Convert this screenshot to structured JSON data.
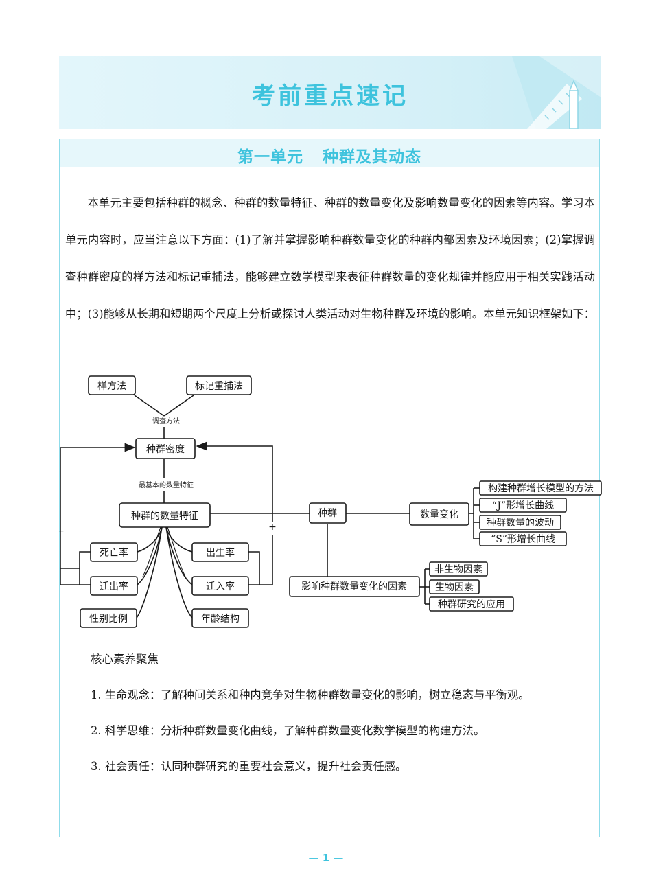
{
  "banner": {
    "title": "考前重点速记"
  },
  "unit": {
    "number": "第一单元",
    "name": "种群及其动态"
  },
  "intro": "本单元主要包括种群的概念、种群的数量特征、种群的数量变化及影响数量变化的因素等内容。学习本单元内容时，应当注意以下方面：(1)了解并掌握影响种群数量变化的种群内部因素及环境因素；(2)掌握调查种群密度的样方法和标记重捕法，能够建立数学模型来表征种群数量的变化规律并能应用于相关实践活动中；(3)能够从长期和短期两个尺度上分析或探讨人类活动对生物种群及环境的影响。本单元知识框架如下：",
  "mindmap": {
    "quadrat": "样方法",
    "mark_recapture": "标记重捕法",
    "survey_methods": "调查方法",
    "density": "种群密度",
    "basic_feature": "最基本的数量特征",
    "quantitative": "种群的数量特征",
    "population": "种群",
    "quantity_change": "数量变化",
    "build_model": "构建种群增长模型的方法",
    "j_curve": "“J”形增长曲线",
    "fluctuation": "种群数量的波动",
    "s_curve": "“S”形增长曲线",
    "factors": "影响种群数量变化的因素",
    "abiotic": "非生物因素",
    "biotic": "生物因素",
    "application": "种群研究的应用",
    "death_rate": "死亡率",
    "emigration": "迁出率",
    "sex_ratio": "性别比例",
    "birth_rate": "出生率",
    "immigration": "迁入率",
    "age_structure": "年龄结构",
    "minus": "−",
    "plus": "+"
  },
  "literacy": {
    "title": "核心素养聚焦",
    "items": [
      "1. 生命观念：了解种间关系和种内竞争对生物种群数量变化的影响，树立稳态与平衡观。",
      "2. 科学思维：分析种群数量变化曲线，了解种群数量变化数学模型的构建方法。",
      "3. 社会责任：认同种群研究的重要社会意义，提升社会责任感。"
    ]
  },
  "page_number": "— 1 —",
  "colors": {
    "accent": "#3ec3dd",
    "border": "#8fdcea",
    "banner_bg": "#d7f1f8"
  }
}
